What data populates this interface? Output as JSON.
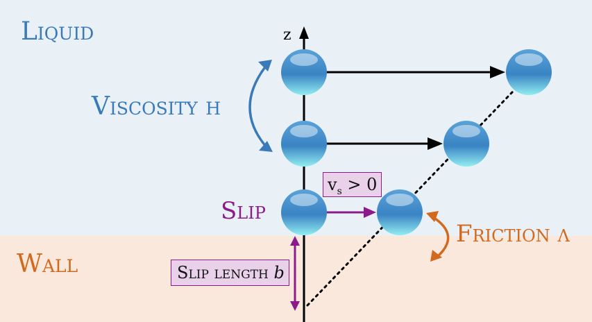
{
  "regions": {
    "liquid_label": "Liquid",
    "wall_label": "Wall"
  },
  "axis": {
    "label": "z"
  },
  "annotations": {
    "viscosity": "Viscosity η",
    "slip": "Slip",
    "friction": "Friction λ",
    "slip_velocity_main": "v",
    "slip_velocity_sub": "s",
    "slip_velocity_rest": " > 0",
    "slip_length_text": "Slip length ",
    "slip_length_var": "b"
  },
  "colors": {
    "liquid_bg": "#e9f1f7",
    "wall_bg": "#fbe8dc",
    "liquid_text": "#3a7ab8",
    "wall_text": "#d2691e",
    "slip_purple": "#8b1a8b",
    "box_fill": "#ead1ea",
    "axis": "#000000"
  }
}
